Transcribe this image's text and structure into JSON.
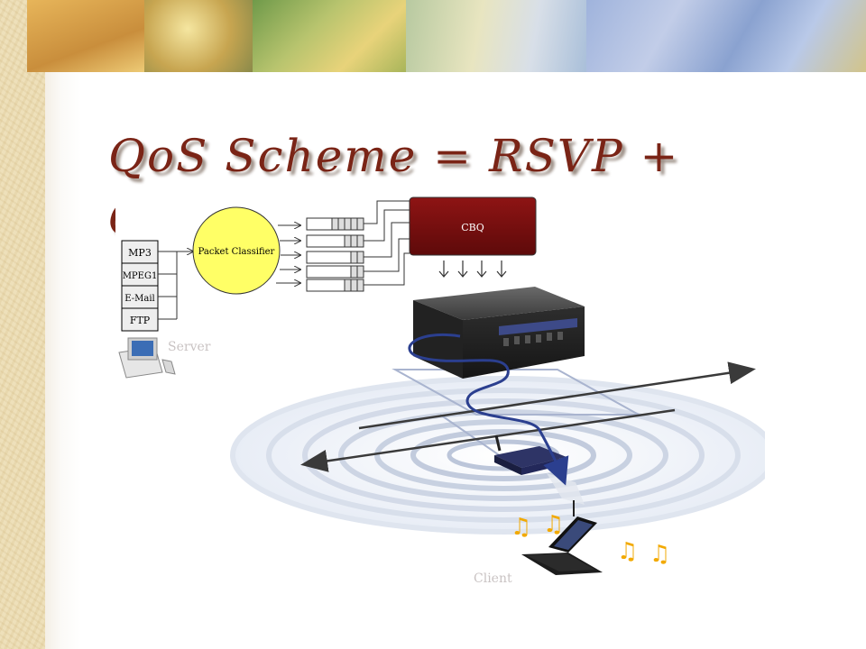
{
  "title": "QoS Scheme = RSVP + CBQ",
  "traffic_types": [
    "MP3",
    "MPEG1",
    "E-Mail",
    "FTP"
  ],
  "classifier_label": "Packet Classifier",
  "scheduler_label": "CBQ",
  "server_label": "Server",
  "client_label": "Client",
  "note_glyph": "♫",
  "colors": {
    "title": "#7a2416",
    "classifier_fill": "#ffff66",
    "cbq_fill": "#7a0f0f",
    "path_line": "#2b3f8f",
    "caption_text": "#c9c3c3",
    "music_note": "#f2a900"
  }
}
